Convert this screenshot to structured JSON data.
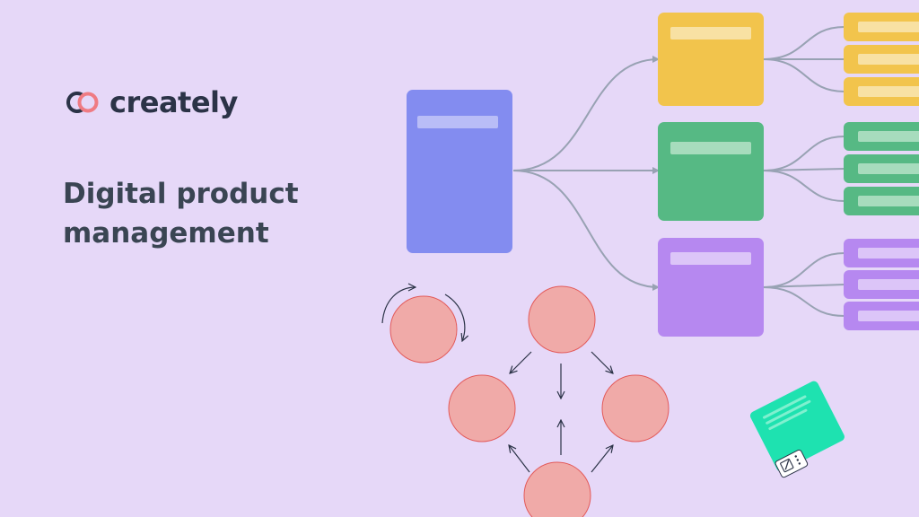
{
  "brand": {
    "name": "creately",
    "logo_icon": "creately-logo-icon",
    "logo_colors": {
      "primary": "#ef7b83",
      "secondary": "#2b3347"
    }
  },
  "headline": {
    "line1": "Digital product",
    "line2": "management"
  },
  "colors": {
    "background": "#e6d8f8",
    "root": "#838cf0",
    "yellow": "#f2c44c",
    "green": "#56b984",
    "purple": "#b688f0",
    "circle_fill": "#f0aaa8",
    "circle_stroke": "#e35a5a",
    "connector": "#98a2b3",
    "sticky_note": "#1ee2b0"
  },
  "decorations": {
    "sticky_note_icon": "edit-note-icon",
    "more_icon": "more-dots-icon"
  }
}
